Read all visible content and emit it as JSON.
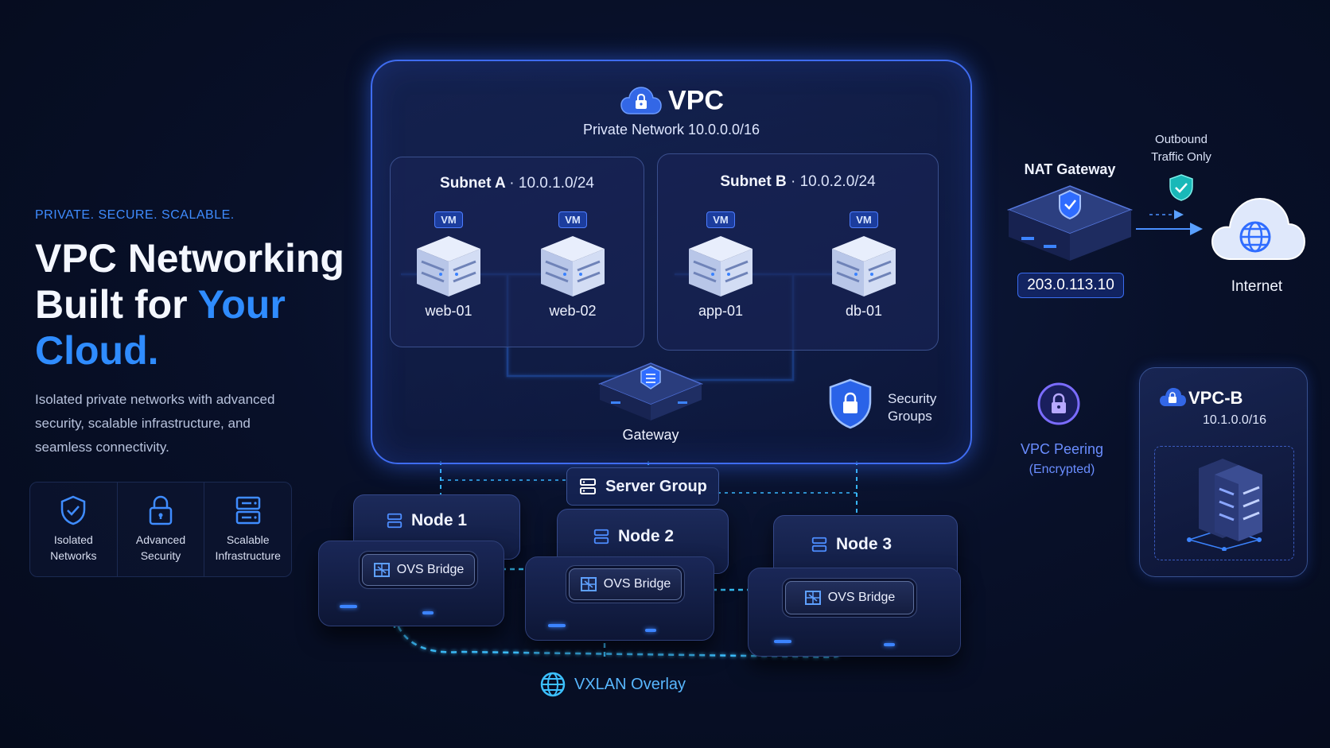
{
  "hero": {
    "eyebrow": "PRIVATE. SECURE. SCALABLE.",
    "title_line1": "VPC Networking",
    "title_line2_pre": "Built for ",
    "title_line2_accent": "Your",
    "title_line3_accent": "Cloud.",
    "description": "Isolated private networks with advanced security, scalable infrastructure, and seamless connectivity."
  },
  "features": [
    {
      "icon": "shield-check-icon",
      "line1": "Isolated",
      "line2": "Networks"
    },
    {
      "icon": "lock-icon",
      "line1": "Advanced",
      "line2": "Security"
    },
    {
      "icon": "server-stack-icon",
      "line1": "Scalable",
      "line2": "Infrastructure"
    }
  ],
  "vpc": {
    "title": "VPC",
    "subtitle": "Private Network 10.0.0.0/16",
    "subnets": [
      {
        "name": "Subnet A",
        "cidr": "10.0.1.0/24",
        "vms": [
          {
            "badge": "VM",
            "name": "web-01"
          },
          {
            "badge": "VM",
            "name": "web-02"
          }
        ]
      },
      {
        "name": "Subnet B",
        "cidr": "10.0.2.0/24",
        "vms": [
          {
            "badge": "VM",
            "name": "app-01"
          },
          {
            "badge": "VM",
            "name": "db-01"
          }
        ]
      }
    ],
    "gateway_label": "Gateway",
    "security_groups_line1": "Security",
    "security_groups_line2": "Groups"
  },
  "nat": {
    "title": "NAT Gateway",
    "ip": "203.0.113.10",
    "outbound_line1": "Outbound",
    "outbound_line2": "Traffic Only"
  },
  "internet": {
    "label": "Internet"
  },
  "peering": {
    "label": "VPC Peering",
    "sub": "(Encrypted)"
  },
  "vpc_b": {
    "title": "VPC-B",
    "cidr": "10.1.0.0/16"
  },
  "server_group": {
    "label": "Server Group"
  },
  "nodes": [
    {
      "name": "Node 1",
      "bridge": "OVS Bridge"
    },
    {
      "name": "Node 2",
      "bridge": "OVS Bridge"
    },
    {
      "name": "Node 3",
      "bridge": "OVS Bridge"
    }
  ],
  "overlay": {
    "label": "VXLAN Overlay"
  },
  "colors": {
    "accent": "#2f8cff",
    "wire": "#2f7dff",
    "overlay": "#3cc0ff",
    "peering": "#7b5cff",
    "background": "#070e24"
  }
}
